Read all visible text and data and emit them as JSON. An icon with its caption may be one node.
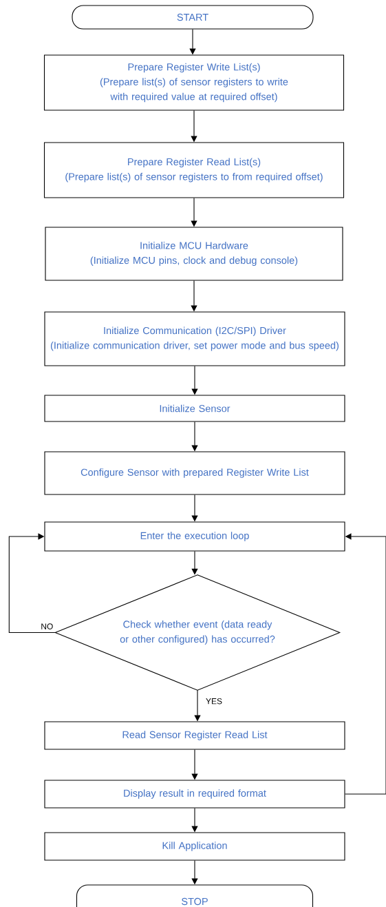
{
  "diagram": {
    "nodes": [
      {
        "text": [
          "START"
        ]
      },
      {
        "text": [
          "Prepare Register Write List(s)",
          "(Prepare list(s) of sensor registers to write with required value at required offset)"
        ]
      },
      {
        "text": [
          "Prepare Register Read List(s)",
          "(Prepare list(s) of sensor registers to from required offset)"
        ]
      },
      {
        "text": [
          "Initialize MCU Hardware",
          "(Initialize MCU pins, clock and debug console)"
        ]
      },
      {
        "text": [
          "Initialize Communication (I2C/SPI) Driver",
          "(Initialize communication driver, set power mode and bus speed)"
        ]
      },
      {
        "text": [
          "Initialize Sensor"
        ]
      },
      {
        "text": [
          "Configure Sensor with prepared Register Write List"
        ]
      },
      {
        "text": [
          "Enter the execution loop"
        ]
      },
      {
        "text": [
          "Check whether event (data ready or other configured) has occurred?"
        ]
      },
      {
        "text": [
          "Read Sensor Register Read List"
        ]
      },
      {
        "text": [
          "Display result in required format"
        ]
      },
      {
        "text": [
          "Kill Application"
        ]
      },
      {
        "text": [
          "STOP"
        ]
      }
    ],
    "edges": [
      {
        "from": 0,
        "to": 1,
        "arrow": "to"
      },
      {
        "from": 1,
        "to": 2,
        "arrow": "to"
      },
      {
        "from": 2,
        "to": 3,
        "arrow": "to"
      },
      {
        "from": 3,
        "to": 4,
        "arrow": "to"
      },
      {
        "from": 4,
        "to": 5,
        "arrow": "to"
      },
      {
        "from": 5,
        "to": 6,
        "arrow": "to"
      },
      {
        "from": 6,
        "to": 7,
        "arrow": "to"
      },
      {
        "from": 7,
        "to": 8,
        "arrow": "to"
      },
      {
        "from": 8,
        "to": 7,
        "arrow": "to",
        "label": "NO"
      },
      {
        "from": 8,
        "to": 9,
        "arrow": "to",
        "label": "YES"
      },
      {
        "from": 9,
        "to": 10,
        "arrow": "to"
      },
      {
        "from": 10,
        "to": 7,
        "arrow": "to"
      },
      {
        "from": 10,
        "to": 11,
        "arrow": "to"
      },
      {
        "from": 11,
        "to": 12,
        "arrow": "to"
      }
    ]
  }
}
